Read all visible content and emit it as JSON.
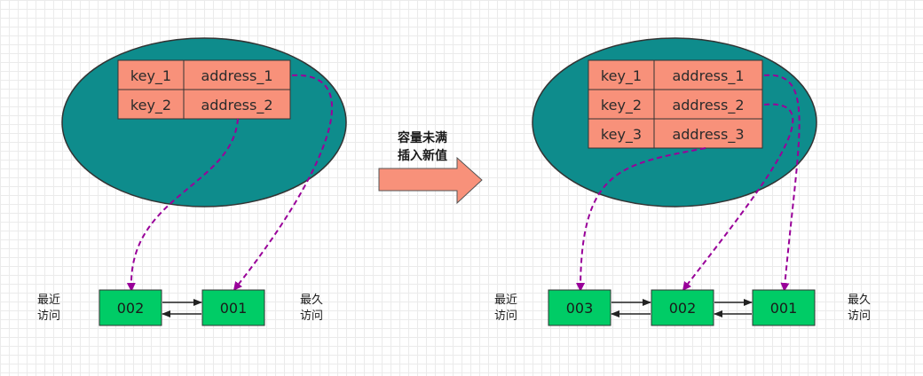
{
  "diagram": {
    "colors": {
      "hashmap_fill": "#0e8c8c",
      "table_fill": "#f8917a",
      "node_fill": "#00cc66",
      "pointer": "#990099",
      "transition_arrow": "#f8917a"
    },
    "before": {
      "table": [
        {
          "key": "key_1",
          "value": "address_1"
        },
        {
          "key": "key_2",
          "value": "address_2"
        }
      ],
      "list": [
        "002",
        "001"
      ],
      "label_left": [
        "最近",
        "访问"
      ],
      "label_right": [
        "最久",
        "访问"
      ]
    },
    "transition": {
      "label_line1": "容量未满",
      "label_line2": "插入新值"
    },
    "after": {
      "table": [
        {
          "key": "key_1",
          "value": "address_1"
        },
        {
          "key": "key_2",
          "value": "address_2"
        },
        {
          "key": "key_3",
          "value": "address_3"
        }
      ],
      "list": [
        "003",
        "002",
        "001"
      ],
      "label_left": [
        "最近",
        "访问"
      ],
      "label_right": [
        "最久",
        "访问"
      ]
    }
  }
}
